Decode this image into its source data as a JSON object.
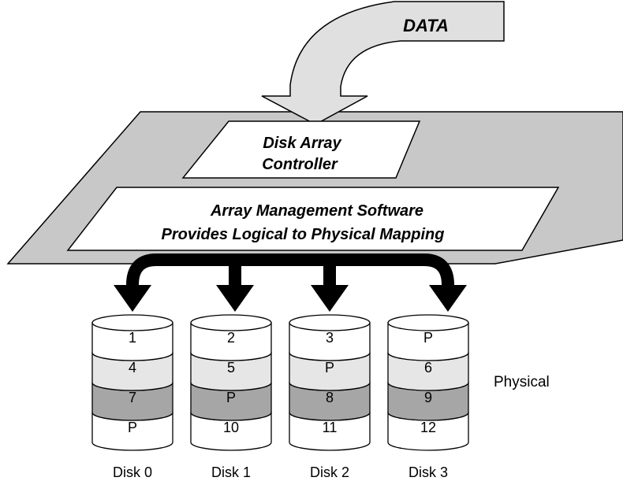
{
  "data_label": "DATA",
  "controller": {
    "line1": "Disk Array",
    "line2": "Controller"
  },
  "software": {
    "line1": "Array Management Software",
    "line2": "Provides Logical to Physical Mapping"
  },
  "physical_label": "Physical",
  "colors": {
    "light_gray": "#e6e6e6",
    "mid_gray": "#c8c8c8",
    "dark_gray": "#a6a6a6",
    "white": "#ffffff",
    "black": "#000000"
  },
  "disks": [
    {
      "name": "Disk 0",
      "blocks": [
        "1",
        "4",
        "7",
        "P"
      ]
    },
    {
      "name": "Disk 1",
      "blocks": [
        "2",
        "5",
        "P",
        "10"
      ]
    },
    {
      "name": "Disk 2",
      "blocks": [
        "3",
        "P",
        "8",
        "11"
      ]
    },
    {
      "name": "Disk 3",
      "blocks": [
        "P",
        "6",
        "9",
        "12"
      ]
    }
  ]
}
